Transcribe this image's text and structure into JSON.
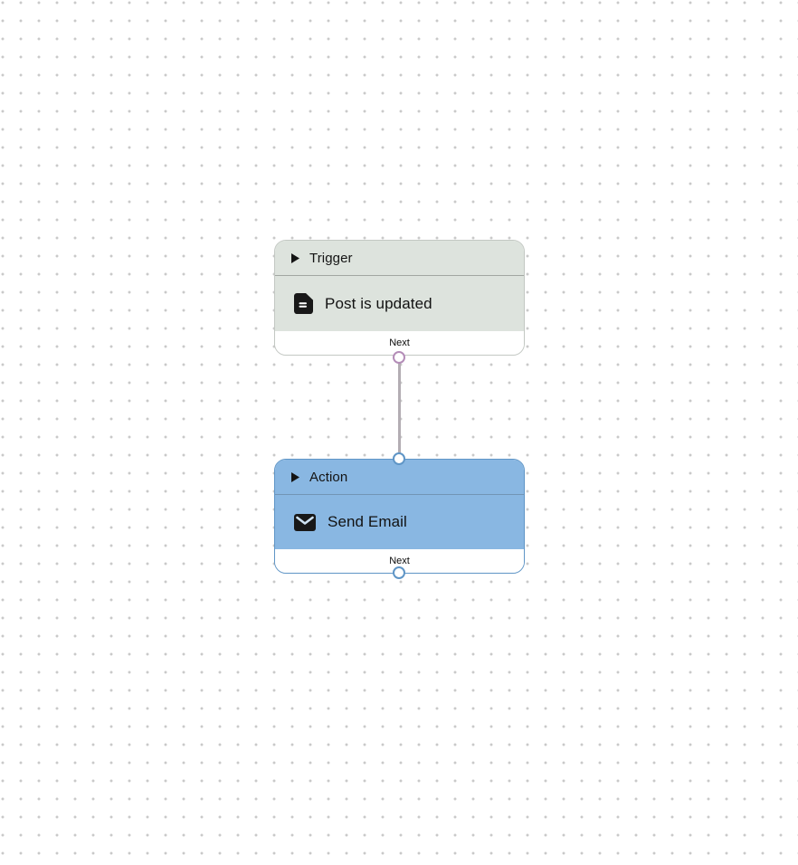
{
  "canvas": {
    "background": "#ffffff",
    "dot_color": "#c9c9c9"
  },
  "connection": {
    "color": "#b3adb3"
  },
  "nodes": [
    {
      "type_label": "Trigger",
      "title": "Post is updated",
      "icon": "document-icon",
      "next_label": "Next",
      "collapse_icon": "right-arrow-icon",
      "colors": {
        "fill": "#dde3dd",
        "border": "#c3c8c3",
        "separator": "#a2a7a2",
        "port": "#b48db8"
      }
    },
    {
      "type_label": "Action",
      "title": "Send Email",
      "icon": "envelope-icon",
      "next_label": "Next",
      "collapse_icon": "right-arrow-icon",
      "colors": {
        "fill": "#89b7e2",
        "border": "#5f95c6",
        "separator": "#7295b5",
        "port": "#5f95c6"
      }
    }
  ]
}
